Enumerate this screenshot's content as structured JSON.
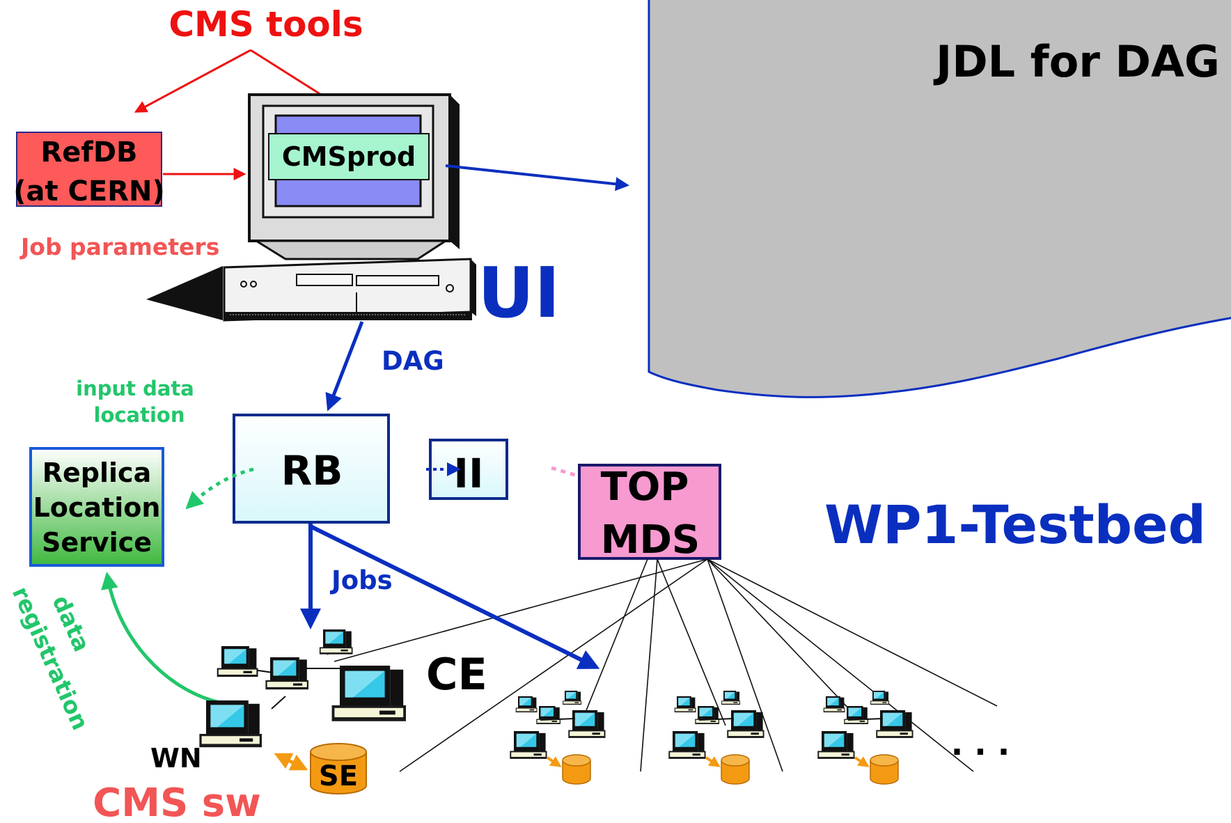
{
  "title": "CMS tools",
  "jdl_title": "JDL for DAG",
  "nodes": {
    "refdb": {
      "line1": "RefDB",
      "line2": "(at CERN)"
    },
    "cmsprod": "CMSprod",
    "ui": "UI",
    "rb": "RB",
    "ii": "II",
    "top_mds": {
      "line1": "TOP",
      "line2": "MDS"
    },
    "rls": {
      "line1": "Replica",
      "line2": "Location",
      "line3": "Service"
    },
    "ce": "CE",
    "wn": "WN",
    "se": "SE"
  },
  "labels": {
    "job_parameters": "Job parameters",
    "dag": "DAG",
    "input_data": {
      "line1": "input data",
      "line2": "location"
    },
    "jobs": "Jobs",
    "data_registration": {
      "line1": "data",
      "line2": "registration"
    },
    "cms_sw": "CMS sw",
    "testbed": "WP1-Testbed",
    "ellipsis": ". . ."
  },
  "colors": {
    "red": "#ee1111",
    "salmon": "#f25555",
    "blue": "#0a2fbf",
    "green": "#22c66a",
    "refdb_fill": "#ff5a5a",
    "cmsprod_fill": "#a6f5cf",
    "screen": "#8a8af5",
    "rb_fill": "#e8fbff",
    "mds_fill": "#f79ad0",
    "rls_fill": "#44bb44",
    "jdl_fill": "#c0c0c0",
    "orange": "#f49a12"
  }
}
